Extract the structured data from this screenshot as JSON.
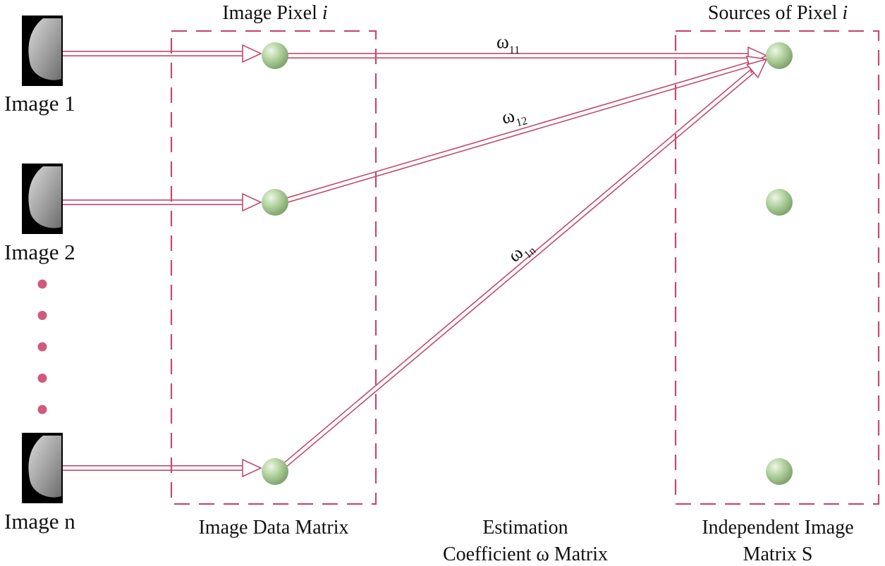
{
  "colors": {
    "accent": "#c44a6e",
    "node_fill": "#b6d6a4",
    "node_shade": "#7fa36c"
  },
  "inputs": [
    {
      "label": "Image 1"
    },
    {
      "label": "Image 2"
    },
    {
      "label": "Image n"
    }
  ],
  "ellipsis_dots": 5,
  "panels": {
    "image_data": {
      "header_main": "Image Pixel ",
      "header_var": "i",
      "footer": "Image Data Matrix"
    },
    "estimation": {
      "footer_line1": "Estimation",
      "footer_line2": "Coefficient ω Matrix"
    },
    "sources": {
      "header_main": "Sources of Pixel ",
      "header_var": "i",
      "footer_line1": "Independent Image",
      "footer_line2": "Matrix S"
    }
  },
  "weights": [
    {
      "symbol": "ω",
      "subscript": "11"
    },
    {
      "symbol": "ω",
      "subscript": "12"
    },
    {
      "symbol": "ω",
      "subscript": "1n"
    }
  ]
}
